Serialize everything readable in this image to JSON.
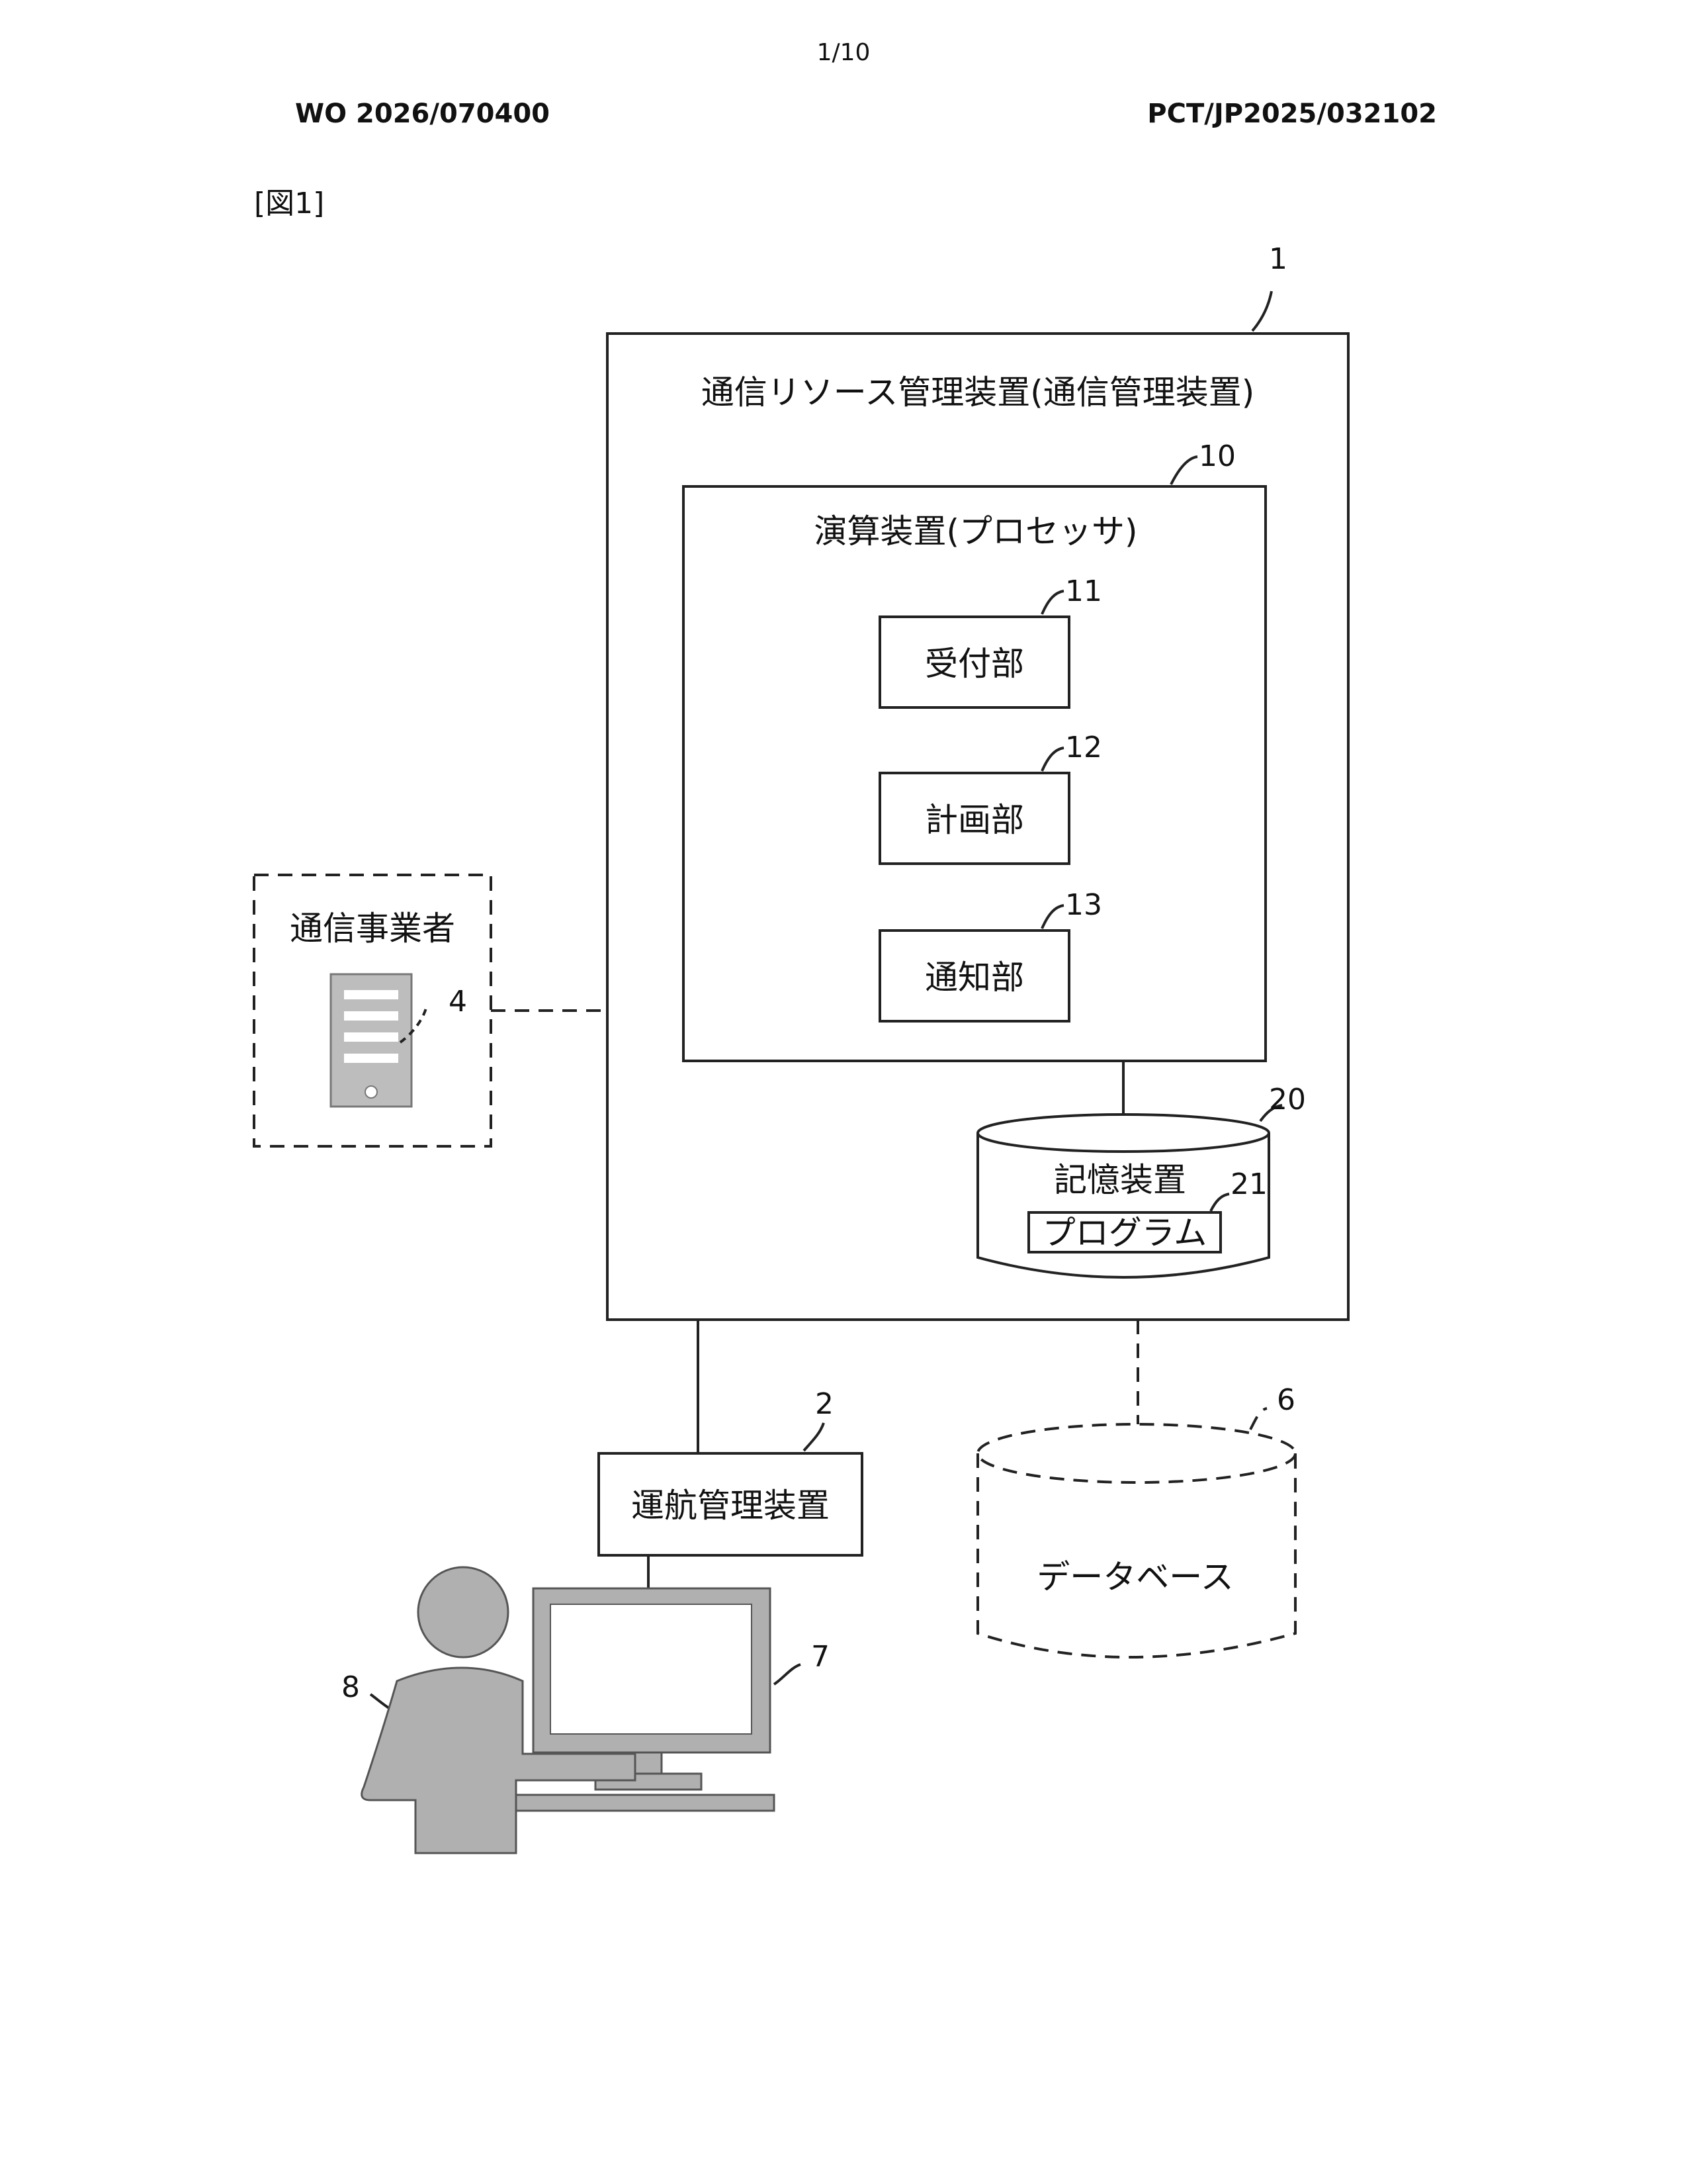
{
  "page": {
    "page_number": "1/10",
    "publication_number": "WO 2026/070400",
    "application_number": "PCT/JP2025/032102",
    "figure_label": "[図1]"
  },
  "figure": {
    "management_device": {
      "title": "通信リソース管理装置(通信管理装置)",
      "ref": "1"
    },
    "processor": {
      "title": "演算装置(プロセッサ)",
      "ref": "10"
    },
    "units": [
      {
        "label": "受付部",
        "ref": "11"
      },
      {
        "label": "計画部",
        "ref": "12"
      },
      {
        "label": "通知部",
        "ref": "13"
      }
    ],
    "storage": {
      "title": "記憶装置",
      "ref": "20",
      "program_label": "プログラム",
      "program_ref": "21"
    },
    "carrier": {
      "title": "通信事業者",
      "server_ref": "4"
    },
    "operation_device": {
      "title": "運航管理装置",
      "ref": "2"
    },
    "database": {
      "title": "データベース",
      "ref": "6"
    },
    "monitor_ref": "7",
    "operator_ref": "8"
  }
}
